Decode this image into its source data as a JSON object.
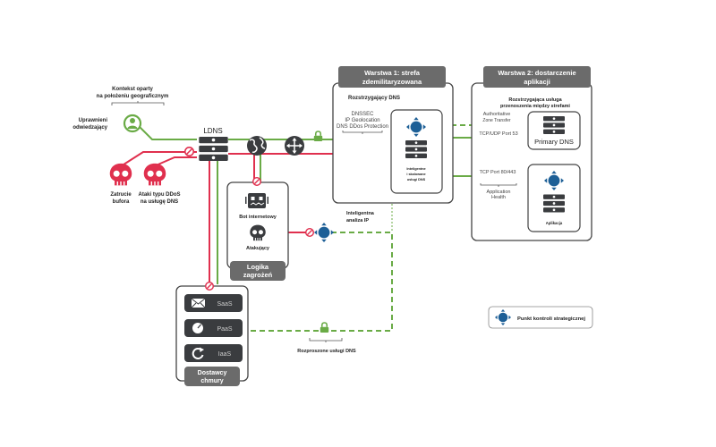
{
  "colors": {
    "green": "#6aab46",
    "red": "#e0304e",
    "dark": "#3a3c3f",
    "header_gray": "#6b6b6b",
    "blue": "#1d5f96",
    "box_border": "#444444"
  },
  "labels": {
    "context_line1": "Kontekst oparty",
    "context_line2": "na położeniu geograficznym",
    "user_line1": "Uprawnieni",
    "user_line2": "odwiedzający",
    "ldns": "LDNS",
    "cache_poison_line1": "Zatrucie",
    "cache_poison_line2": "bufora",
    "ddos_line1": "Ataki typu DDoS",
    "ddos_line2": "na usługę DNS",
    "bot": "Bot internetowy",
    "attacker": "Atakujący",
    "threat_logic_line1": "Logika",
    "threat_logic_line2": "zagrożeń",
    "ip_intel_line1": "Inteligentna",
    "ip_intel_line2": "analiza IP",
    "distributed_dns": "Rozproszone usługi DNS",
    "cloud_line1": "Dostawcy",
    "cloud_line2": "chmury",
    "saas": "SaaS",
    "paas": "PaaS",
    "iaas": "IaaS",
    "layer1_line1": "Warstwa 1: strefa",
    "layer1_line2": "zdemilitaryzowana",
    "layer1_sub": "Rozstrzygający DNS",
    "dnssec": "DNSSEC",
    "ip_geo": "IP Geolocation",
    "ddos_protection": "DNS DDos Protection",
    "smart_dns_line1": "Inteligentne",
    "smart_dns_line2": "i skalowane",
    "smart_dns_line3": "usługi DNS",
    "layer2_line1": "Warstwa 2: dostarczenie",
    "layer2_line2": "aplikacji",
    "layer2_sub_line1": "Rozstrzygająca usługa",
    "layer2_sub_line2": "przenoszenia między strefami",
    "auth_line1": "Authoritative",
    "auth_line2": "Zone Transfer",
    "tcp_udp_53": "TCP/UDP Port 53",
    "primary_dns": "Primary DNS",
    "tcp_80_443": "TCP Port 80/443",
    "app_health_line1": "Application",
    "app_health_line2": "Health",
    "application": "Aplikacja",
    "legend": "Punkt kontroli strategicznej"
  }
}
